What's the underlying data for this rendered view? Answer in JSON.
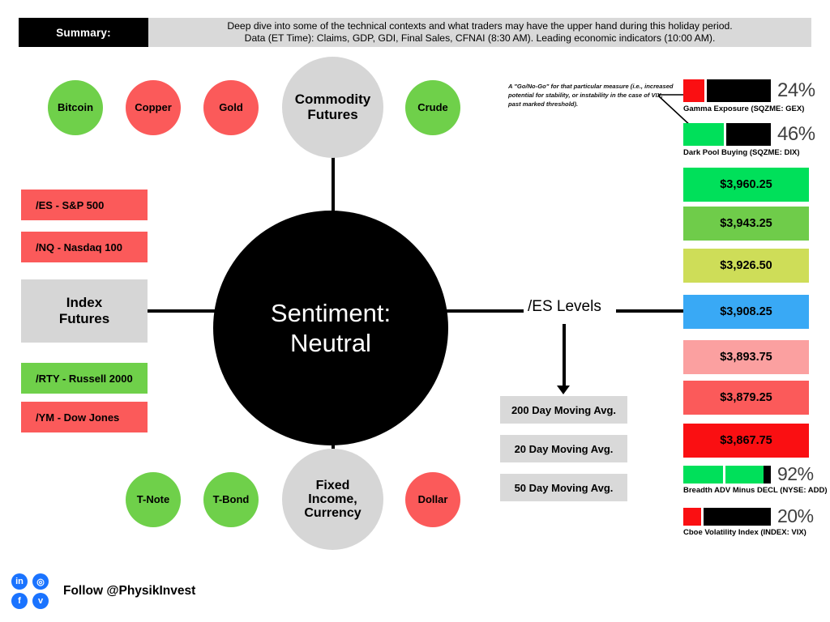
{
  "summary": {
    "tag": "Summary:",
    "line1": "Deep dive into some of the technical contexts and what traders may have the upper hand during this holiday period.",
    "line2": "Data (ET Time): Claims, GDP, GDI, Final Sales, CFNAI (8:30 AM). Leading economic indicators (10:00 AM)."
  },
  "center": {
    "label": "Sentiment:\nNeutral"
  },
  "commodities": {
    "hub": "Commodity\nFutures",
    "items": [
      {
        "label": "Bitcoin",
        "color": "green"
      },
      {
        "label": "Copper",
        "color": "red"
      },
      {
        "label": "Gold",
        "color": "red"
      },
      {
        "label": "Crude",
        "color": "green"
      }
    ]
  },
  "fixed_income": {
    "hub": "Fixed\nIncome,\nCurrency",
    "items": [
      {
        "label": "T-Note",
        "color": "green"
      },
      {
        "label": "T-Bond",
        "color": "green"
      },
      {
        "label": "Dollar",
        "color": "red"
      }
    ]
  },
  "index_futures": {
    "hub": "Index\nFutures",
    "items": [
      {
        "label": "/ES - S&P 500",
        "color": "red"
      },
      {
        "label": "/NQ - Nasdaq 100",
        "color": "red"
      },
      {
        "label": "/RTY - Russell 2000",
        "color": "green"
      },
      {
        "label": "/YM - Dow Jones",
        "color": "red"
      }
    ]
  },
  "es_levels": {
    "label": "/ES Levels",
    "moving_averages": [
      "200 Day Moving Avg.",
      "20 Day Moving Avg.",
      "50 Day Moving Avg."
    ],
    "price_levels": [
      {
        "price": "$3,960.25",
        "color": "#00e05a"
      },
      {
        "price": "$3,943.25",
        "color": "#6fcc4a"
      },
      {
        "price": "$3,926.50",
        "color": "#cedd58"
      },
      {
        "price": "$3,908.25",
        "color": "#39a9f5"
      },
      {
        "price": "$3,893.75",
        "color": "#fba0a0"
      },
      {
        "price": "$3,879.25",
        "color": "#fb5a5a"
      },
      {
        "price": "$3,867.75",
        "color": "#fa0f12"
      }
    ]
  },
  "annotation": {
    "text": "A \"Go/No-Go\" for that particular measure (i.e., increased potential for stability, or instability in the case of VIX, past marked threshold)."
  },
  "gauges": [
    {
      "caption": "Gamma Exposure (SQZME: GEX)",
      "percent": "24%",
      "value": 24,
      "fill_color": "#fa0f12",
      "segments": 1
    },
    {
      "caption": "Dark Pool Buying (SQZME: DIX)",
      "percent": "46%",
      "value": 46,
      "fill_color": "#00e05a",
      "segments": 1
    },
    {
      "caption": "Breadth ADV Minus DECL (NYSE: ADD)",
      "percent": "92%",
      "value": 92,
      "fill_color": "#00e05a",
      "segments": 2
    },
    {
      "caption": "Cboe Volatility Index (INDEX: VIX)",
      "percent": "20%",
      "value": 20,
      "fill_color": "#fa0f12",
      "segments": 1
    }
  ],
  "footer": {
    "follow": "Follow @PhysikInvest",
    "social": [
      {
        "name": "linkedin-icon",
        "glyph": "in"
      },
      {
        "name": "instagram-icon",
        "glyph": "◎"
      },
      {
        "name": "facebook-icon",
        "glyph": "f"
      },
      {
        "name": "twitter-icon",
        "glyph": "ᴠ"
      }
    ],
    "brand_color": "#1a73ff"
  },
  "chart_data": {
    "type": "bar",
    "title": "/ES Levels and Market Internals Gauges",
    "categories": [
      "Gamma Exposure (SQZME: GEX)",
      "Dark Pool Buying (SQZME: DIX)",
      "Breadth ADV Minus DECL (NYSE: ADD)",
      "Cboe Volatility Index (INDEX: VIX)"
    ],
    "values": [
      24,
      46,
      92,
      20
    ],
    "xlabel": "",
    "ylabel": "Percent",
    "ylim": [
      0,
      100
    ],
    "grid": false,
    "legend": "none",
    "price_levels": {
      "labels": [
        "$3,960.25",
        "$3,943.25",
        "$3,926.50",
        "$3,908.25",
        "$3,893.75",
        "$3,879.25",
        "$3,867.75"
      ],
      "values": [
        3960.25,
        3943.25,
        3926.5,
        3908.25,
        3893.75,
        3879.25,
        3867.75
      ]
    }
  }
}
